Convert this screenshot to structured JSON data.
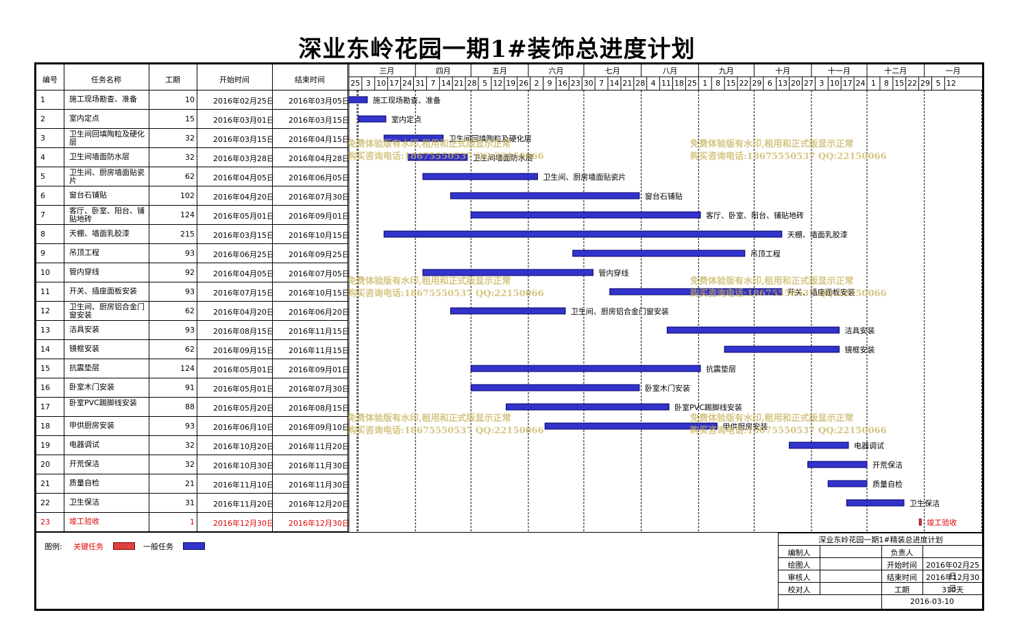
{
  "title": "深业东岭花园一期1#装饰总进度计划",
  "columns": {
    "id": "编号",
    "name": "任务名称",
    "duration": "工期",
    "start": "开始时间",
    "end": "结束时间"
  },
  "months": [
    "三月",
    "四月",
    "五月",
    "六月",
    "七月",
    "八月",
    "九月",
    "十月",
    "十一月",
    "十二月",
    "一月"
  ],
  "weeks": [
    "25",
    "3",
    "10",
    "17",
    "24",
    "31",
    "7",
    "14",
    "21",
    "28",
    "5",
    "12",
    "19",
    "26",
    "2",
    "9",
    "16",
    "23",
    "30",
    "7",
    "14",
    "21",
    "28",
    "4",
    "11",
    "18",
    "25",
    "1",
    "8",
    "15",
    "22",
    "29",
    "6",
    "13",
    "20",
    "27",
    "3",
    "10",
    "17",
    "24",
    "1",
    "8",
    "15",
    "22",
    "29",
    "5",
    "12"
  ],
  "chart_data": {
    "type": "gantt",
    "timeline_start": "2016-02-25",
    "timeline_end": "2017-01-15",
    "tasks": [
      {
        "id": "1",
        "name": "施工现场勘查、准备",
        "duration": "10",
        "start": "2016年02月25日",
        "end": "2016年03月05日",
        "s": "2016-02-25",
        "e": "2016-03-05",
        "label": "施工现场勘查、准备"
      },
      {
        "id": "2",
        "name": "室内定点",
        "duration": "15",
        "start": "2016年03月01日",
        "end": "2016年03月15日",
        "s": "2016-03-01",
        "e": "2016-03-15",
        "label": "室内定点"
      },
      {
        "id": "3",
        "name": "卫生间回填陶粒及硬化层",
        "duration": "32",
        "start": "2016年03月15日",
        "end": "2016年04月15日",
        "s": "2016-03-15",
        "e": "2016-04-15",
        "label": "卫生间回填陶粒及硬化层"
      },
      {
        "id": "4",
        "name": "卫生间墙面防水层",
        "duration": "32",
        "start": "2016年03月28日",
        "end": "2016年04月28日",
        "s": "2016-03-28",
        "e": "2016-04-28",
        "label": "卫生间墙面防水层"
      },
      {
        "id": "5",
        "name": "卫生间、厨房墙面贴瓷片",
        "duration": "62",
        "start": "2016年04月05日",
        "end": "2016年06月05日",
        "s": "2016-04-05",
        "e": "2016-06-05",
        "label": "卫生间、厨房墙面贴瓷片"
      },
      {
        "id": "6",
        "name": "窗台石铺贴",
        "duration": "102",
        "start": "2016年04月20日",
        "end": "2016年07月30日",
        "s": "2016-04-20",
        "e": "2016-07-30",
        "label": "窗台石铺贴"
      },
      {
        "id": "7",
        "name": "客厅、卧室、阳台、铺贴地砖",
        "duration": "124",
        "start": "2016年05月01日",
        "end": "2016年09月01日",
        "s": "2016-05-01",
        "e": "2016-09-01",
        "label": "客厅、卧室、阳台、铺贴地砖"
      },
      {
        "id": "8",
        "name": "天棚、墙面乳胶漆",
        "duration": "215",
        "start": "2016年03月15日",
        "end": "2016年10月15日",
        "s": "2016-03-15",
        "e": "2016-10-15",
        "label": "天棚、墙面乳胶漆"
      },
      {
        "id": "9",
        "name": "吊顶工程",
        "duration": "93",
        "start": "2016年06月25日",
        "end": "2016年09月25日",
        "s": "2016-06-25",
        "e": "2016-09-25",
        "label": "吊顶工程"
      },
      {
        "id": "10",
        "name": "管内穿线",
        "duration": "92",
        "start": "2016年04月05日",
        "end": "2016年07月05日",
        "s": "2016-04-05",
        "e": "2016-07-05",
        "label": "管内穿线"
      },
      {
        "id": "11",
        "name": "开关、插座面板安装",
        "duration": "93",
        "start": "2016年07月15日",
        "end": "2016年10月15日",
        "s": "2016-07-15",
        "e": "2016-10-15",
        "label": "开关、插座面板安装"
      },
      {
        "id": "12",
        "name": "卫生间、厨房铝合金门窗安装",
        "duration": "62",
        "start": "2016年04月20日",
        "end": "2016年06月20日",
        "s": "2016-04-20",
        "e": "2016-06-20",
        "label": "卫生间、厨房铝合金门窗安装"
      },
      {
        "id": "13",
        "name": "洁具安装",
        "duration": "93",
        "start": "2016年08月15日",
        "end": "2016年11月15日",
        "s": "2016-08-15",
        "e": "2016-11-15",
        "label": "洁具安装"
      },
      {
        "id": "14",
        "name": "镜框安装",
        "duration": "62",
        "start": "2016年09月15日",
        "end": "2016年11月15日",
        "s": "2016-09-15",
        "e": "2016-11-15",
        "label": "镜框安装"
      },
      {
        "id": "15",
        "name": "抗震垫层",
        "duration": "124",
        "start": "2016年05月01日",
        "end": "2016年09月01日",
        "s": "2016-05-01",
        "e": "2016-09-01",
        "label": "抗震垫层"
      },
      {
        "id": "16",
        "name": "卧室木门安装",
        "duration": "91",
        "start": "2016年05月01日",
        "end": "2016年07月30日",
        "s": "2016-05-01",
        "e": "2016-07-30",
        "label": "卧室木门安装"
      },
      {
        "id": "17",
        "name": "卧室PVC踢脚线安装",
        "duration": "88",
        "start": "2016年05月20日",
        "end": "2016年08月15日",
        "s": "2016-05-20",
        "e": "2016-08-15",
        "label": "卧室PVC踢脚线安装"
      },
      {
        "id": "18",
        "name": "甲供厨房安装",
        "duration": "93",
        "start": "2016年06月10日",
        "end": "2016年09月10日",
        "s": "2016-06-10",
        "e": "2016-09-10",
        "label": "甲供厨房安装"
      },
      {
        "id": "19",
        "name": "电器调试",
        "duration": "32",
        "start": "2016年10月20日",
        "end": "2016年11月20日",
        "s": "2016-10-20",
        "e": "2016-11-20",
        "label": "电器调试"
      },
      {
        "id": "20",
        "name": "开荒保洁",
        "duration": "32",
        "start": "2016年10月30日",
        "end": "2016年11月30日",
        "s": "2016-10-30",
        "e": "2016-11-30",
        "label": "开荒保洁"
      },
      {
        "id": "21",
        "name": "质量自检",
        "duration": "21",
        "start": "2016年11月10日",
        "end": "2016年11月30日",
        "s": "2016-11-10",
        "e": "2016-11-30",
        "label": "质量自检"
      },
      {
        "id": "22",
        "name": "卫生保洁",
        "duration": "31",
        "start": "2016年11月20日",
        "end": "2016年12月20日",
        "s": "2016-11-20",
        "e": "2016-12-20",
        "label": "卫生保洁"
      },
      {
        "id": "23",
        "name": "竣工验收",
        "duration": "1",
        "start": "2016年12月30日",
        "end": "2016年12月30日",
        "s": "2016-12-30",
        "e": "2016-12-30",
        "label": "竣工验收",
        "critical": true
      }
    ],
    "colors": {
      "normal": "#3333cc",
      "critical": "#e04040",
      "critical_text": "#e00000"
    }
  },
  "legend": {
    "label": "图例:",
    "critical": "关键任务",
    "normal": "一般任务"
  },
  "watermark": {
    "line1": "免费体验版有水印,租用和正式版显示正常",
    "line2": "购买咨询电话:18675550537 QQ:22150066"
  },
  "titleblock": {
    "heading": "深业东岭花园一期1#精装总进度计划",
    "rows": [
      {
        "l": "编制人",
        "v": "",
        "l2": "负责人",
        "v2": ""
      },
      {
        "l": "绘图人",
        "v": "",
        "l2": "开始时间",
        "v2": "2016年02月25日"
      },
      {
        "l": "审核人",
        "v": "",
        "l2": "结束时间",
        "v2": "2016年12月30日"
      },
      {
        "l": "校对人",
        "v": "",
        "l2": "工期",
        "v2": "310天"
      }
    ],
    "date": "2016-03-10"
  }
}
